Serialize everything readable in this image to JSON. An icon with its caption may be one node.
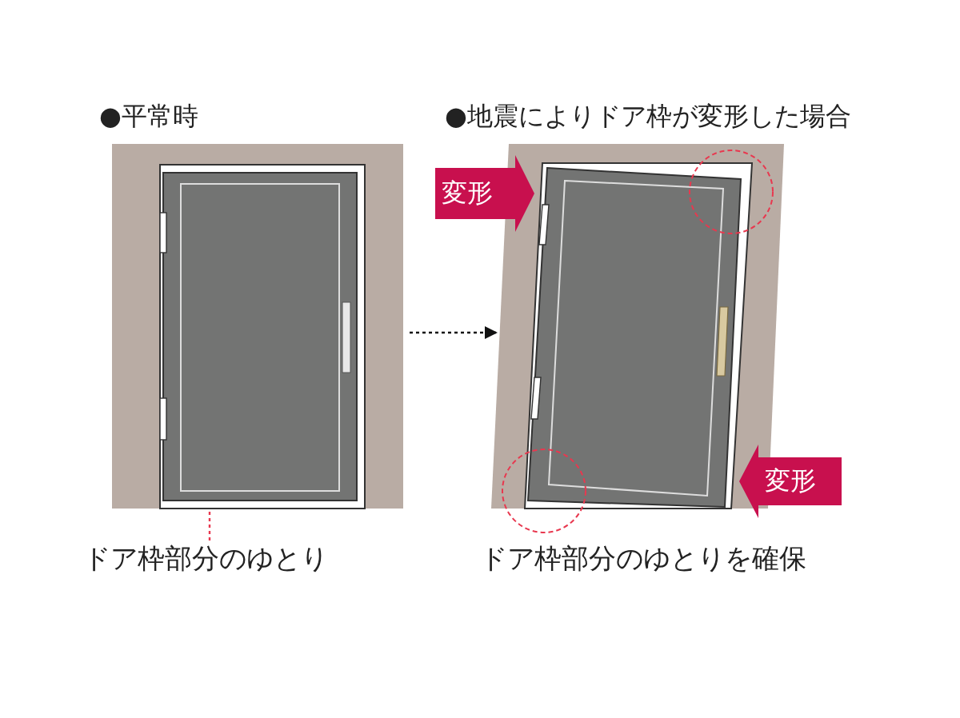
{
  "diagram": {
    "nodes": [
      {
        "text": [
          "●平常時"
        ]
      },
      {
        "text": [
          "●地震によりドア枠が変形した場合"
        ]
      },
      {
        "text": [
          "変形"
        ]
      },
      {
        "text": [
          "変形"
        ]
      },
      {
        "text": [
          "ドア枠部分のゆとり"
        ]
      }
    ],
    "edges": [
      {
        "from": 0,
        "to": 1,
        "arrow": "to",
        "style": "dashed"
      },
      {
        "from": 4,
        "to": 0,
        "arrow": "none",
        "style": "dashed",
        "color": "#e8384f"
      }
    ],
    "labels": [
      "ドア枠部分のゆとりを確保"
    ]
  }
}
